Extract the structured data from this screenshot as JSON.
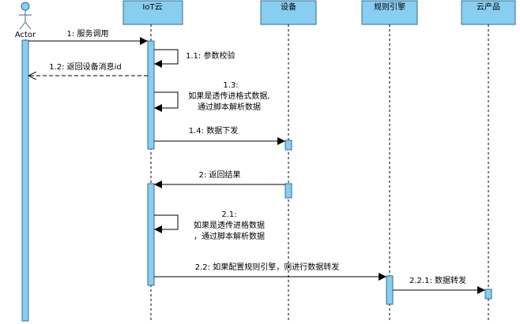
{
  "diagram": {
    "colors": {
      "box_fill": "#87CEF0",
      "box_stroke": "#3a6d8c",
      "line": "#000000",
      "background": "#ffffff"
    },
    "participants": [
      {
        "id": "actor",
        "label": "Actor",
        "kind": "actor"
      },
      {
        "id": "iot",
        "label": "IoT云",
        "kind": "box"
      },
      {
        "id": "device",
        "label": "设备",
        "kind": "box"
      },
      {
        "id": "rules",
        "label": "规则引擎",
        "kind": "box"
      },
      {
        "id": "cloud",
        "label": "云产品",
        "kind": "box"
      }
    ],
    "messages": [
      {
        "id": "m1",
        "label": "1: 服务调用",
        "from": "actor",
        "to": "iot",
        "style": "sync"
      },
      {
        "id": "m1_1",
        "label": "1.1: 参数校验",
        "from": "iot",
        "to": "iot",
        "style": "self"
      },
      {
        "id": "m1_2",
        "label": "1.2: 返回设备消息id",
        "from": "iot",
        "to": "actor",
        "style": "return"
      },
      {
        "id": "m1_3",
        "lines": [
          "1.3:",
          "如果是透传进格式数据,",
          "通过脚本解析数据"
        ],
        "from": "iot",
        "to": "iot",
        "style": "self"
      },
      {
        "id": "m1_4",
        "label": "1.4: 数据下发",
        "from": "iot",
        "to": "device",
        "style": "sync"
      },
      {
        "id": "m2",
        "label": "2: 返回结果",
        "from": "device",
        "to": "iot",
        "style": "sync"
      },
      {
        "id": "m2_1",
        "lines": [
          "2.1:",
          "如果是透传进格数据",
          "，通过脚本解析数据"
        ],
        "from": "iot",
        "to": "iot",
        "style": "self"
      },
      {
        "id": "m2_2",
        "label": "2.2: 如果配置规则引擎，则进行数据转发",
        "from": "iot",
        "to": "rules",
        "style": "sync"
      },
      {
        "id": "m2_2_1",
        "label": "2.2.1: 数据转发",
        "from": "rules",
        "to": "cloud",
        "style": "sync"
      }
    ]
  }
}
